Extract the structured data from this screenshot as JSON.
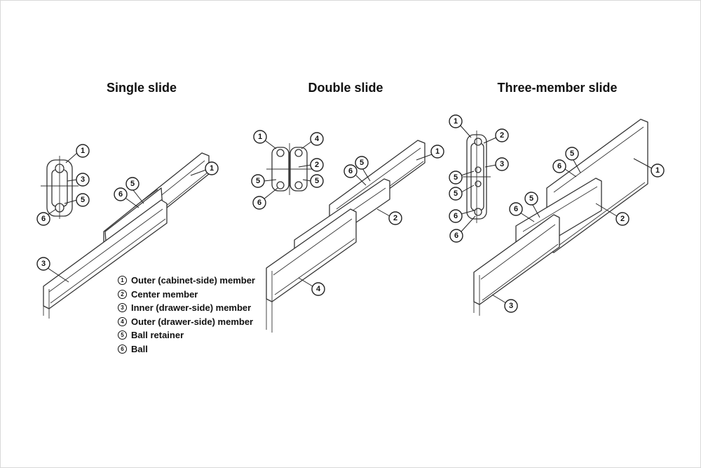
{
  "headings": {
    "single": "Single slide",
    "double": "Double slide",
    "three": "Three-member slide"
  },
  "legend": [
    {
      "num": "1",
      "text": "Outer (cabinet-side) member"
    },
    {
      "num": "2",
      "text": "Center member"
    },
    {
      "num": "3",
      "text": "Inner (drawer-side) member"
    },
    {
      "num": "4",
      "text": "Outer (drawer-side) member"
    },
    {
      "num": "5",
      "text": "Ball retainer"
    },
    {
      "num": "6",
      "text": "Ball"
    }
  ],
  "callouts": {
    "single": [
      "1",
      "3",
      "5",
      "6",
      "6",
      "5",
      "1",
      "3"
    ],
    "double": [
      "1",
      "4",
      "2",
      "5",
      "5",
      "6",
      "6",
      "5",
      "1",
      "2",
      "4"
    ],
    "three": [
      "1",
      "2",
      "3",
      "5",
      "5",
      "6",
      "6",
      "5",
      "6",
      "1",
      "2",
      "5",
      "6",
      "3"
    ]
  },
  "colors": {
    "line": "#333333",
    "background": "#ffffff",
    "border": "#d9d9d9"
  }
}
